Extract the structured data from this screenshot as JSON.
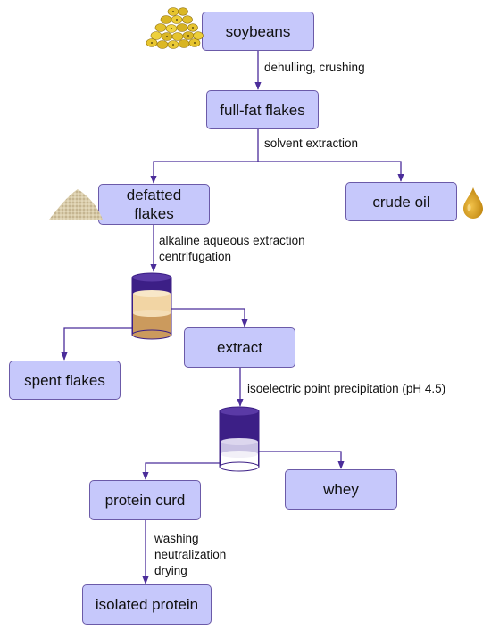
{
  "nodes": {
    "soybeans": "soybeans",
    "full_fat_flakes": "full-fat flakes",
    "defatted_flakes": "defatted\nflakes",
    "crude_oil": "crude oil",
    "extract": "extract",
    "spent_flakes": "spent flakes",
    "protein_curd": "protein curd",
    "whey": "whey",
    "isolated_protein": "isolated protein"
  },
  "steps": {
    "dehulling": "dehulling, crushing",
    "solvent_extraction": "solvent extraction",
    "alkaline": [
      "alkaline aqueous extraction",
      "centrifugation"
    ],
    "isoelectric": "isoelectric point precipitation (pH 4.5)",
    "washing": [
      "washing",
      "neutralization",
      "drying"
    ]
  },
  "icons": {
    "soybeans": "soybeans-pile-icon",
    "flakes": "flakes-pile-icon",
    "oil": "oil-drop-icon",
    "centrifuge_tube": "centrifuge-tube-icon",
    "precipitation_tube": "precipitation-tube-icon"
  },
  "colors": {
    "box_fill": "#c6c8fb",
    "box_border": "#6b5aa8",
    "arrow": "#4b2d9a",
    "oil": "#d49a14",
    "soy": "#e6c22e"
  }
}
